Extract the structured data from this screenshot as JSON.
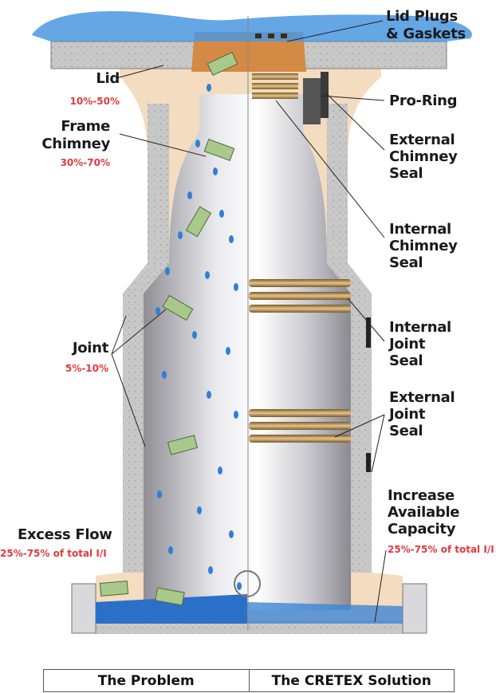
{
  "labels_left": {
    "lid": "Lid",
    "lid_pct": "10%-50%",
    "frame_chimney": "Frame Chimney",
    "frame_chimney_line1": "Frame",
    "frame_chimney_line2": "Chimney",
    "frame_chimney_pct": "30%-70%",
    "joint": "Joint",
    "joint_pct": "5%-10%",
    "excess_flow": "Excess Flow",
    "excess_flow_pct": "25%-75% of total I/I"
  },
  "labels_right": {
    "lid_plugs_line1": "Lid Plugs",
    "lid_plugs_line2": "& Gaskets",
    "pro_ring": "Pro-Ring",
    "ext_chimney_line1": "External",
    "ext_chimney_line2": "Chimney",
    "ext_chimney_line3": "Seal",
    "int_chimney_line1": "Internal",
    "int_chimney_line2": "Chimney",
    "int_chimney_line3": "Seal",
    "int_joint_line1": "Internal",
    "int_joint_line2": "Joint",
    "int_joint_line3": "Seal",
    "ext_joint_line1": "External",
    "ext_joint_line2": "Joint",
    "ext_joint_line3": "Seal",
    "capacity_line1": "Increase",
    "capacity_line2": "Available",
    "capacity_line3": "Capacity",
    "capacity_pct": "25%-75% of total I/I"
  },
  "footer": {
    "problem": "The Problem",
    "solution": "The CRETEX Solution"
  },
  "colors": {
    "concrete": "#bfbfbf",
    "backfill": "#f3dcbf",
    "water": "#2a70c8",
    "seal": "#b58a4a",
    "accent_red": "#e0393e"
  }
}
